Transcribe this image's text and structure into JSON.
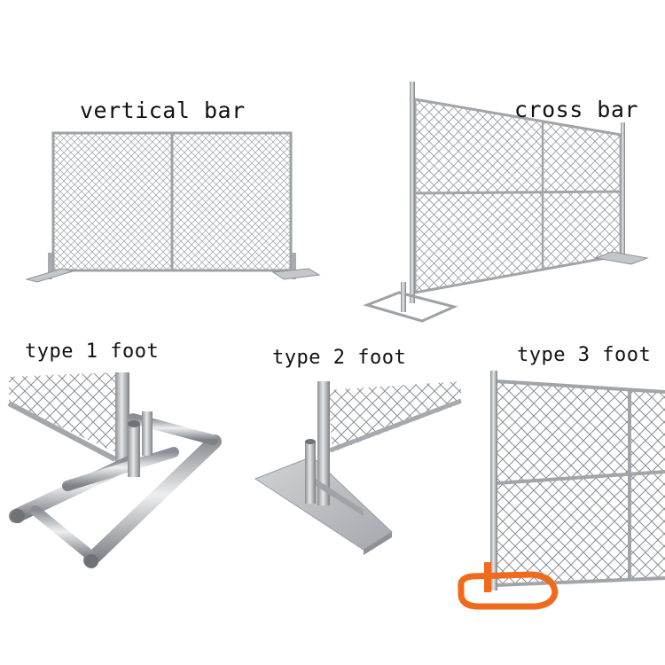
{
  "labels": {
    "vertical_bar": "vertical bar",
    "cross_bar": "cross bar",
    "type1_foot": "type 1 foot",
    "type2_foot": "type 2 foot",
    "type3_foot": "type 3 foot"
  },
  "colors": {
    "steel": "#a9adb1",
    "steel_dark": "#7d8186",
    "steel_light": "#d9dcdf",
    "mesh": "#9a9ea3",
    "orange_foot": "#f06a1c",
    "plate": "#b9bcc0"
  }
}
